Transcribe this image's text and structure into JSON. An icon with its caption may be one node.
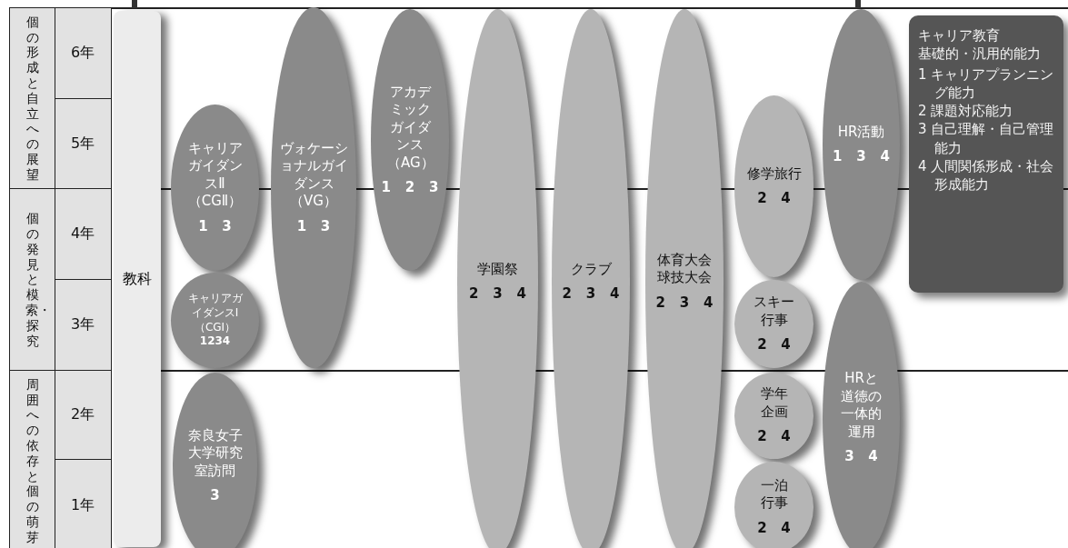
{
  "diagram": {
    "nodes": [
      {
        "text": [
          "教科"
        ]
      },
      {
        "text": [
          "キャリアガイダンスⅡ（CGⅡ）",
          "1 3"
        ]
      },
      {
        "text": [
          "キャリアガイダンスⅠ（CGⅠ）",
          "1234"
        ]
      },
      {
        "text": [
          "奈良女子大学研究室訪問",
          "3"
        ]
      },
      {
        "text": [
          "ヴォケーショナルガイダンス（VG）",
          "1 3"
        ]
      },
      {
        "text": [
          "アカデミックガイダンス（AG）",
          "1 2 3"
        ]
      },
      {
        "text": [
          "学園祭",
          "2 3 4"
        ]
      },
      {
        "text": [
          "クラブ",
          "2 3 4"
        ]
      },
      {
        "text": [
          "体育大会球技大会",
          "2 3 4"
        ]
      },
      {
        "text": [
          "修学旅行",
          "2 4"
        ]
      },
      {
        "text": [
          "スキー行事",
          "2 4"
        ]
      },
      {
        "text": [
          "学年企画",
          "2 4"
        ]
      },
      {
        "text": [
          "一泊行事",
          "2 4"
        ]
      },
      {
        "text": [
          "HR活動",
          "1 3 4"
        ]
      },
      {
        "text": [
          "HRと道徳の一体的運用",
          "3 4"
        ]
      },
      {
        "text": [
          "キャリア教育",
          "基礎的・汎用的能力",
          "1 キャリアプランニング能力",
          "2 課題対応能力",
          "3 自己理解・自己管理能力",
          "4 人間関係形成・社会形成能力"
        ]
      }
    ],
    "edges": [],
    "labels": [
      "個の形成と自立への展望",
      "6年",
      "5年",
      "個の発見と模索・探究",
      "4年",
      "3年",
      "周囲への依存と個の萌芽",
      "2年",
      "1年"
    ]
  }
}
